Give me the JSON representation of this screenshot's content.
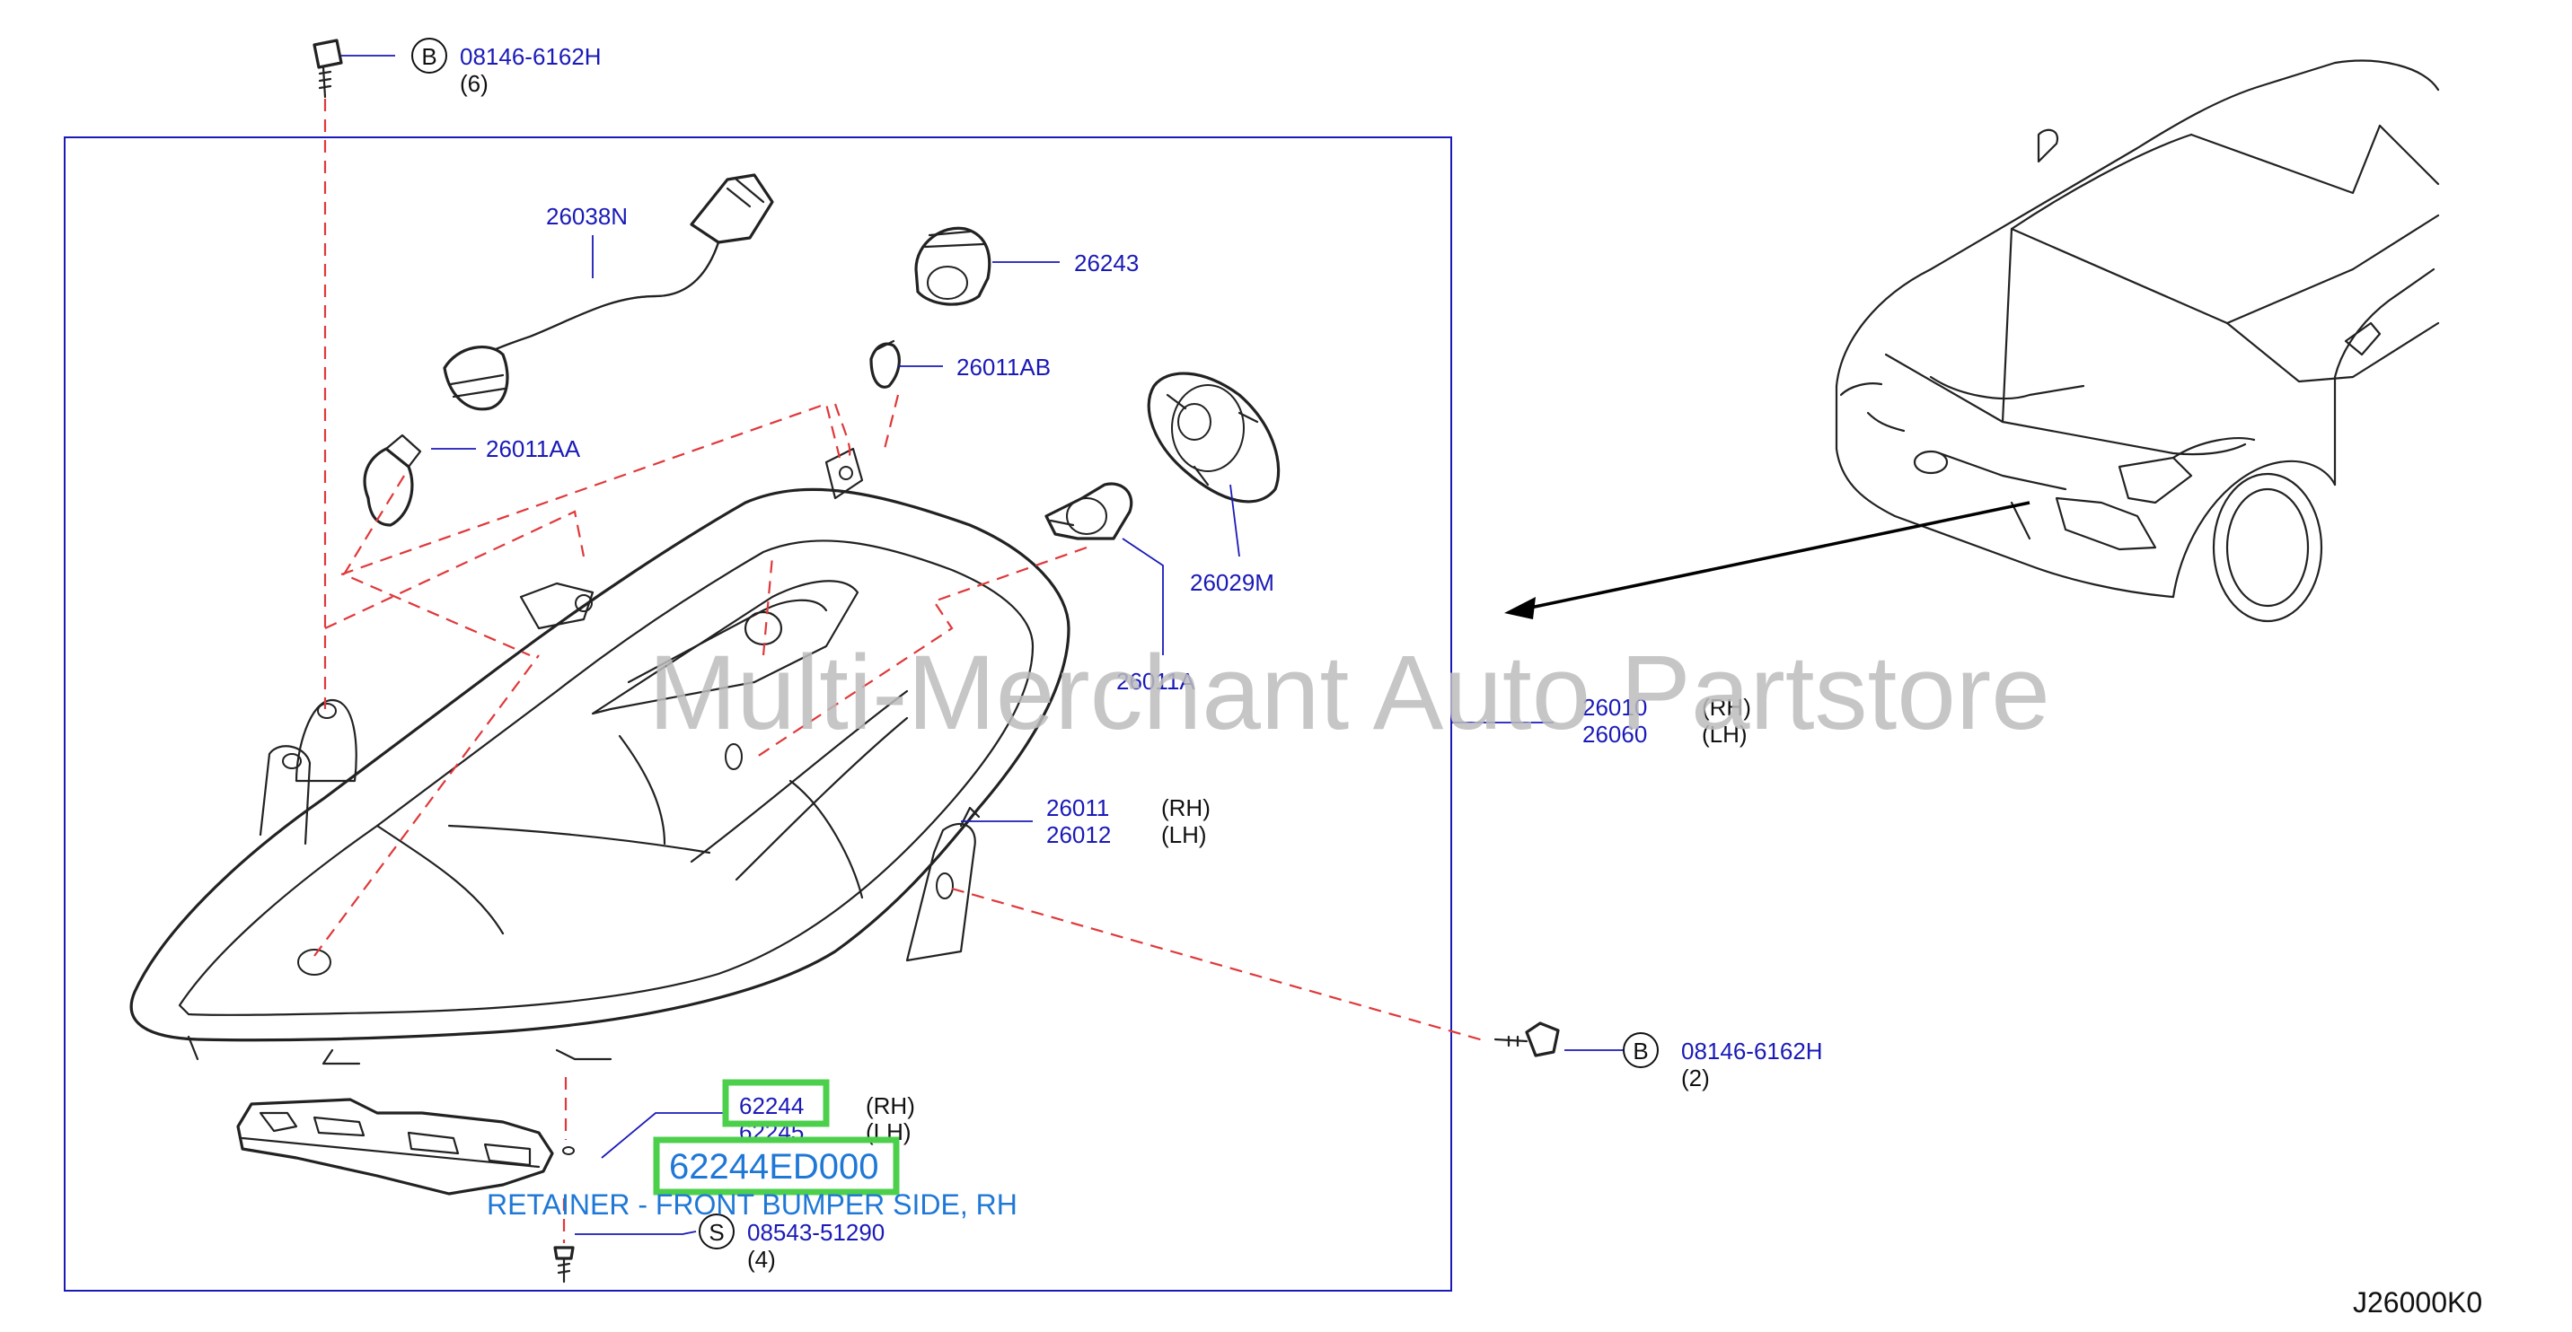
{
  "diagram_code": "J26000K0",
  "watermark": "Multi-Merchant Auto Partstore",
  "highlighted_part": {
    "number": "62244ED000",
    "description": "RETAINER - FRONT BUMPER SIDE, RH"
  },
  "callouts": {
    "bolt_top": {
      "symbol": "B",
      "number": "08146-6162H",
      "qty": "(6)"
    },
    "bolt_right": {
      "symbol": "B",
      "number": "08146-6162H",
      "qty": "(2)"
    },
    "screw_bottom": {
      "symbol": "S",
      "number": "08543-51290",
      "qty": "(4)"
    },
    "harness": {
      "number": "26038N"
    },
    "socket": {
      "number": "26243"
    },
    "bulb_small_1": {
      "number": "26011AB"
    },
    "bulb_small_2": {
      "number": "26011AA"
    },
    "cap": {
      "number": "26029M"
    },
    "bulb_main": {
      "number": "26011A"
    },
    "assembly": {
      "number_rh": "26010",
      "side_rh": "(RH)",
      "number_lh": "26060",
      "side_lh": "(LH)"
    },
    "housing": {
      "number_rh": "26011",
      "side_rh": "(RH)",
      "number_lh": "26012",
      "side_lh": "(LH)"
    },
    "retainer": {
      "number_rh": "62244",
      "side_rh": "(RH)",
      "number_lh": "62245",
      "side_lh": "(LH)"
    }
  }
}
